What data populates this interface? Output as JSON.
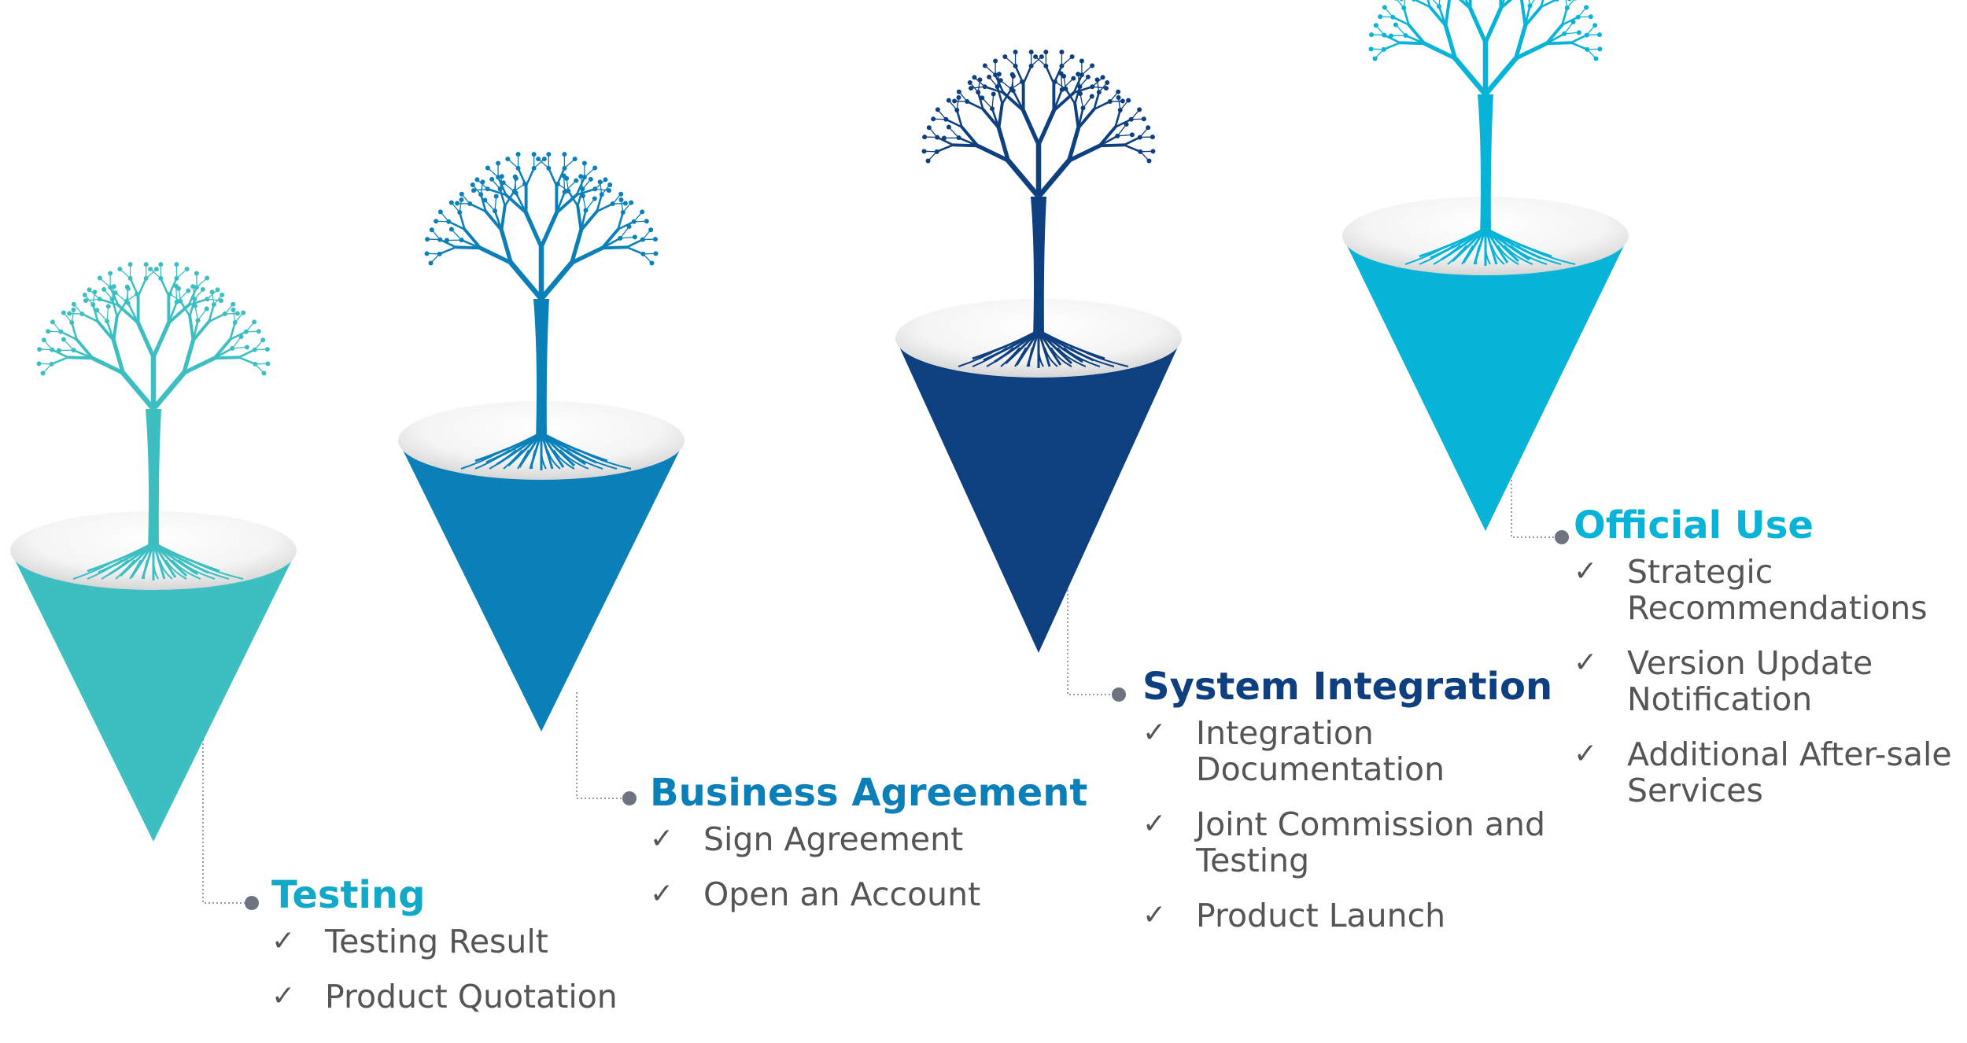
{
  "stages": [
    {
      "title": "Testing",
      "color": "#3dbfc2",
      "items": [
        "Testing Result",
        "Product Quotation"
      ]
    },
    {
      "title": "Business Agreement",
      "color": "#0b7fb8",
      "items": [
        "Sign Agreement",
        "Open an Account"
      ]
    },
    {
      "title": "System Integration",
      "color": "#0e3f7e",
      "items": [
        "Integration Documentation",
        "Joint Commission and Testing",
        "Product Launch"
      ]
    },
    {
      "title": "Official Use",
      "color": "#08b3d8",
      "items": [
        "Strategic Recommendations",
        "Version Update Notification",
        "Additional After-sale Services"
      ]
    }
  ],
  "check_glyph": "✓",
  "icons": {
    "stage_illustration": "tree-with-roots-icon"
  }
}
